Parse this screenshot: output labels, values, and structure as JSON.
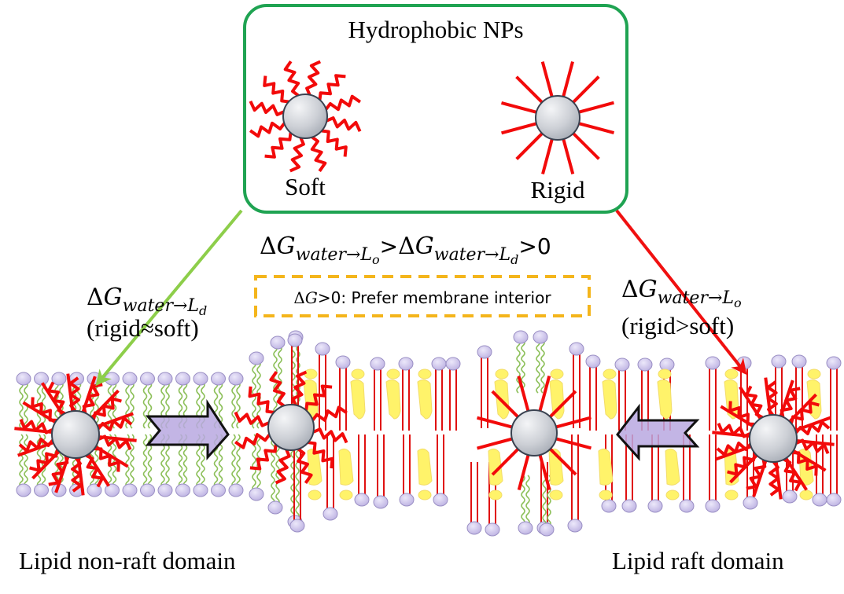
{
  "colors": {
    "box_border": "#1fa352",
    "callout_border": "#f4b51b",
    "ligand": "#f20a0a",
    "green_arrow": "#8dce4a",
    "red_arrow": "#f01010",
    "lipid_head": "#cfc5ec",
    "lipid_head_stroke": "#9a8fc4",
    "green_tail": "#8dc05a",
    "saturated_tail": "#e01010",
    "cholesterol": "#fff36a",
    "cholesterol_stroke": "#f2dc6a",
    "np_fill": "#d8dbe0",
    "np_stroke": "#3a4250",
    "block_arrow_fill": "#b8a8e0",
    "block_arrow_stroke": "#111111"
  },
  "top_box": {
    "title": "Hydrophobic NPs",
    "soft_label": "Soft",
    "rigid_label": "Rigid"
  },
  "center_equation": {
    "delta": "Δ",
    "G": "G",
    "sub1": "water→L",
    "sub1_sub": "o",
    "gt": ">",
    "sub2": "water→L",
    "sub2_sub": "d",
    "tail": ">0"
  },
  "callout": {
    "delta": "Δ",
    "G": "G",
    "text": ">0: Prefer membrane interior"
  },
  "left_annotation": {
    "delta": "Δ",
    "G": "G",
    "sub": "water→L",
    "sub_sub": "d",
    "relation": "(rigid≈soft)"
  },
  "right_annotation": {
    "delta": "Δ",
    "G": "G",
    "sub": "water→L",
    "sub_sub": "o",
    "relation": "(rigid>soft)"
  },
  "bottom_labels": {
    "left": "Lipid non-raft domain",
    "right": "Lipid raft domain"
  },
  "nanoparticles": [
    {
      "id": "top-soft",
      "kind": "soft"
    },
    {
      "id": "top-rigid",
      "kind": "rigid"
    },
    {
      "id": "membrane-nonraft",
      "kind": "mixed"
    },
    {
      "id": "membrane-boundary-soft",
      "kind": "soft"
    },
    {
      "id": "membrane-boundary-rigid",
      "kind": "rigid"
    },
    {
      "id": "membrane-raft",
      "kind": "mixed"
    }
  ],
  "transitions": [
    {
      "id": "soft-to-boundary",
      "direction": "right"
    },
    {
      "id": "raft-to-boundary",
      "direction": "left"
    }
  ]
}
